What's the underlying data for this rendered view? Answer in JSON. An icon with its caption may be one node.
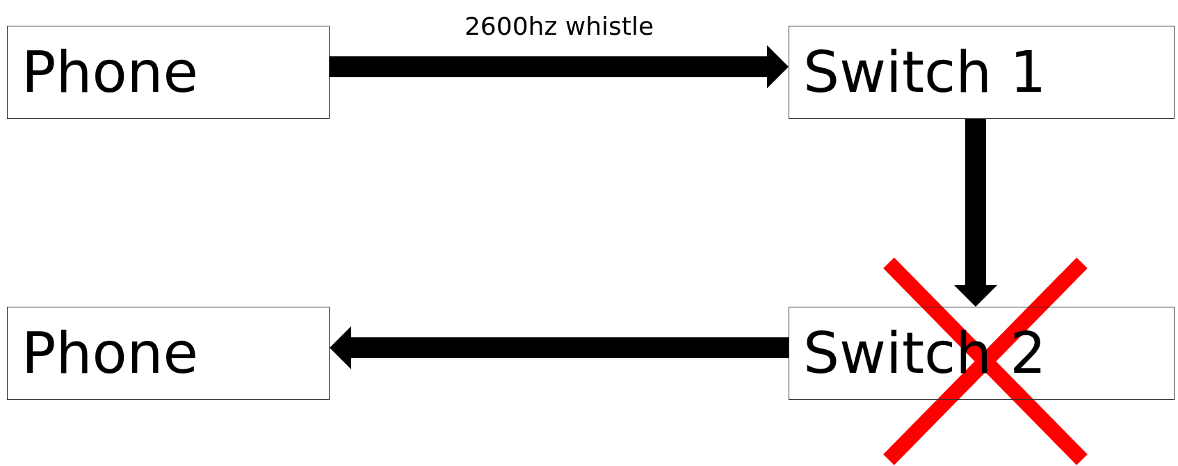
{
  "diagram": {
    "nodes": [
      {
        "text": [
          "Phone"
        ]
      },
      {
        "text": [
          "Switch 1"
        ]
      },
      {
        "text": [
          "Phone"
        ]
      },
      {
        "text": [
          "Switch 2"
        ]
      }
    ],
    "edges": [
      {
        "from": 0,
        "to": 1,
        "arrow": "to",
        "label": "2600hz whistle"
      },
      {
        "from": 1,
        "to": 3,
        "arrow": "to"
      },
      {
        "from": 3,
        "to": 2,
        "arrow": "to"
      }
    ]
  }
}
